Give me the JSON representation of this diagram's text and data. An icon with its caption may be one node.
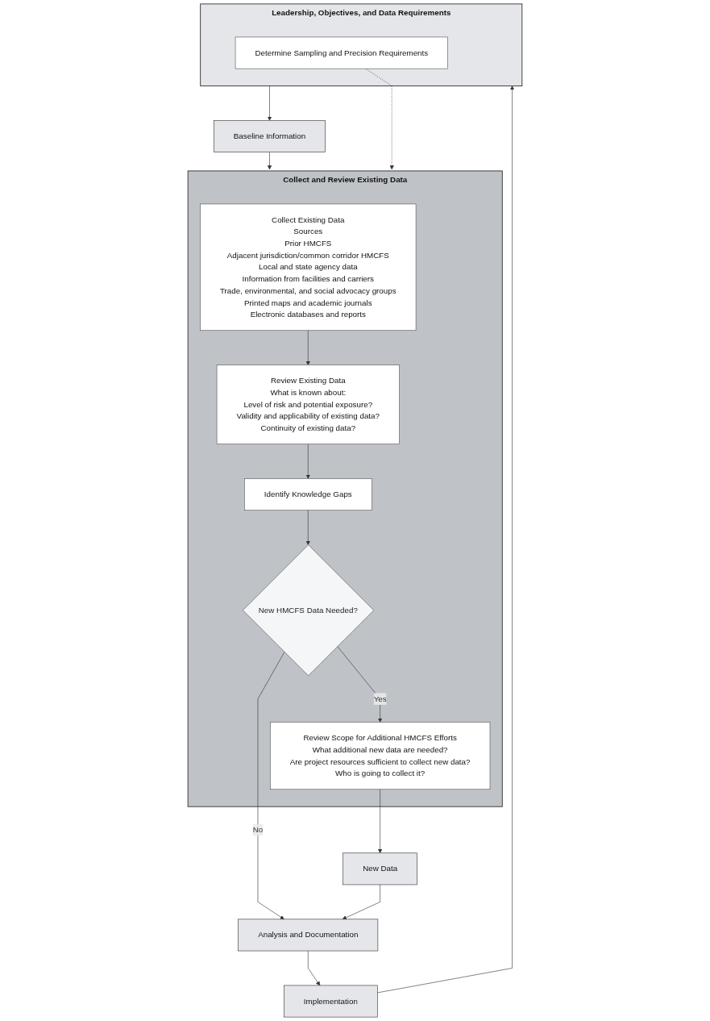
{
  "diagram": {
    "nodes": [
      {
        "text": [
          "Leadership, Objectives, and Data Requirements"
        ]
      },
      {
        "text": [
          "Determine Sampling and Precision Requirements"
        ],
        "in": 0
      },
      {
        "text": [
          "Baseline Information"
        ]
      },
      {
        "text": [
          "Collect and Review Existing Data"
        ]
      },
      {
        "text": [
          "Collect Existing Data",
          "Sources",
          "Prior HMCFS",
          "Adjacent jurisdiction/common corridor HMCFS",
          "Local and state agency data",
          "Information from facilities and carriers",
          "Trade, environmental, and social advocacy groups",
          "Printed maps and academic journals",
          "Electronic databases and reports"
        ],
        "in": 3
      },
      {
        "text": [
          "Review Existing Data",
          "What is known about:",
          "Level of risk and potential exposure?",
          "Validity and applicability of existing data?",
          "Continuity of existing data?"
        ],
        "in": 3
      },
      {
        "text": [
          "Identify Knowledge Gaps"
        ],
        "in": 3
      },
      {
        "text": [
          "New HMCFS Data Needed?"
        ],
        "in": 3
      },
      {
        "text": [
          "Review Scope for Additional HMCFS Efforts",
          "What additional new data are needed?",
          "Are project resources sufficient to collect new data?",
          "Who is going to collect it?"
        ],
        "in": 3
      },
      {
        "text": [
          "New Data"
        ]
      },
      {
        "text": [
          "Analysis and Documentation"
        ]
      },
      {
        "text": [
          "Implementation"
        ]
      }
    ],
    "edges": [
      {
        "from": 0,
        "to": 2,
        "arrow": "to"
      },
      {
        "from": 2,
        "to": 3,
        "arrow": "to"
      },
      {
        "from": 4,
        "to": 5,
        "arrow": "to"
      },
      {
        "from": 5,
        "to": 6,
        "arrow": "to"
      },
      {
        "from": 6,
        "to": 7,
        "arrow": "to"
      },
      {
        "from": 7,
        "to": 10,
        "arrow": "to",
        "label": "No"
      },
      {
        "from": 7,
        "to": 8,
        "arrow": "to",
        "label": "Yes"
      },
      {
        "from": 8,
        "to": 9,
        "arrow": "to"
      },
      {
        "from": 9,
        "to": 10,
        "arrow": "to"
      },
      {
        "from": 10,
        "to": 11,
        "arrow": "to"
      },
      {
        "from": 11,
        "to": 0,
        "arrow": "to"
      },
      {
        "from": 1,
        "to": 3,
        "arrow": "to",
        "style": "dashed"
      }
    ]
  }
}
